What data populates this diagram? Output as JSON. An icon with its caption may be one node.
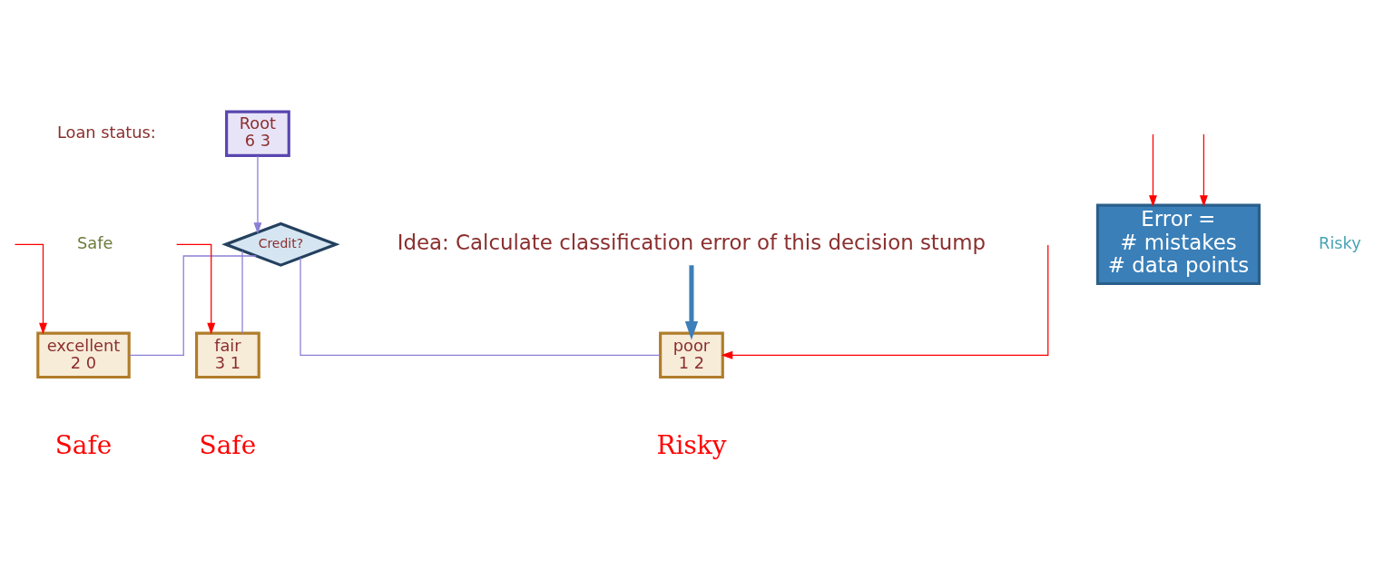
{
  "diagram": {
    "nodes": [
      {
        "text": [
          "Root",
          "6 3"
        ]
      },
      {
        "text": [
          "Credit?"
        ]
      },
      {
        "text": [
          "excellent",
          "2 0"
        ],
        "beside": [
          "Safe"
        ]
      },
      {
        "text": [
          "fair",
          "3 1"
        ],
        "beside": [
          "Safe"
        ]
      },
      {
        "text": [
          "poor",
          "1 2"
        ],
        "beside": [
          "Risky"
        ]
      },
      {
        "text": [
          "Idea: Calculate classification error of this decision stump"
        ]
      },
      {
        "text": [
          "Error =",
          "# mistakes",
          "# data points"
        ]
      }
    ],
    "edges": [
      {
        "from": 0,
        "to": 1,
        "arrow": "to",
        "color": "#8a7fd6"
      },
      {
        "from": 1,
        "to": 2,
        "arrow": "none",
        "color": "#8a7fd6"
      },
      {
        "from": 1,
        "to": 3,
        "arrow": "none",
        "color": "#8a7fd6"
      },
      {
        "from": 1,
        "to": 4,
        "arrow": "none",
        "color": "#8a7fd6"
      },
      {
        "from": 5,
        "to": 4,
        "arrow": "to",
        "style": "thick",
        "color": "#3d7fb8"
      },
      {
        "from": null,
        "to": 2,
        "arrow": "to",
        "color": "#ff0000"
      },
      {
        "from": null,
        "to": 3,
        "arrow": "to",
        "color": "#ff0000"
      },
      {
        "from": null,
        "to": 4,
        "arrow": "to",
        "color": "#ff0000"
      },
      {
        "from": null,
        "to": 6,
        "arrow": "to",
        "color": "#ff0000"
      },
      {
        "from": null,
        "to": 6,
        "arrow": "to",
        "color": "#ff0000"
      }
    ],
    "labels": [
      "Loan status:"
    ],
    "legend": [
      {
        "text": "Safe",
        "color": "#6b7b3a"
      },
      {
        "text": "Risky",
        "color": "#4aa3b5"
      }
    ]
  }
}
